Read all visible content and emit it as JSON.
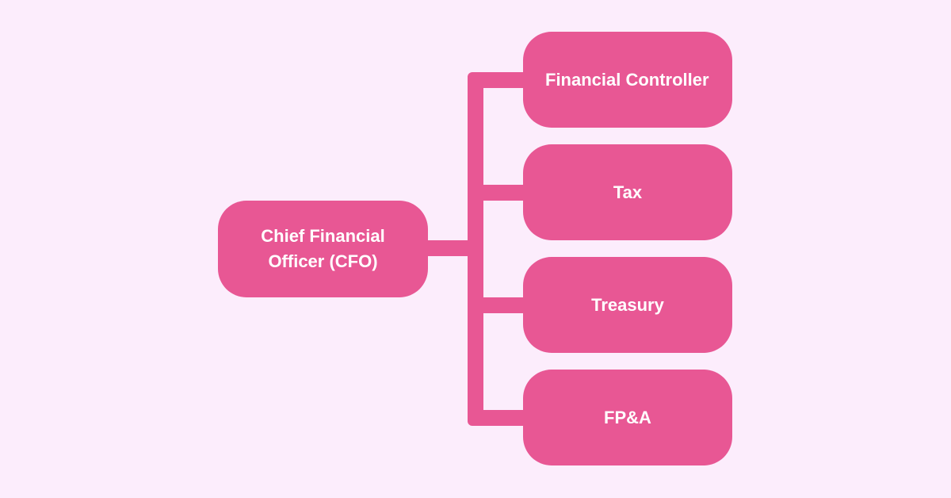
{
  "colors": {
    "background": "#fcedfc",
    "node": "#e85794",
    "text": "#ffffff"
  },
  "root": {
    "label": "Chief Financial Officer (CFO)"
  },
  "children": [
    {
      "label": "Financial Controller"
    },
    {
      "label": "Tax"
    },
    {
      "label": "Treasury"
    },
    {
      "label": "FP&A"
    }
  ]
}
